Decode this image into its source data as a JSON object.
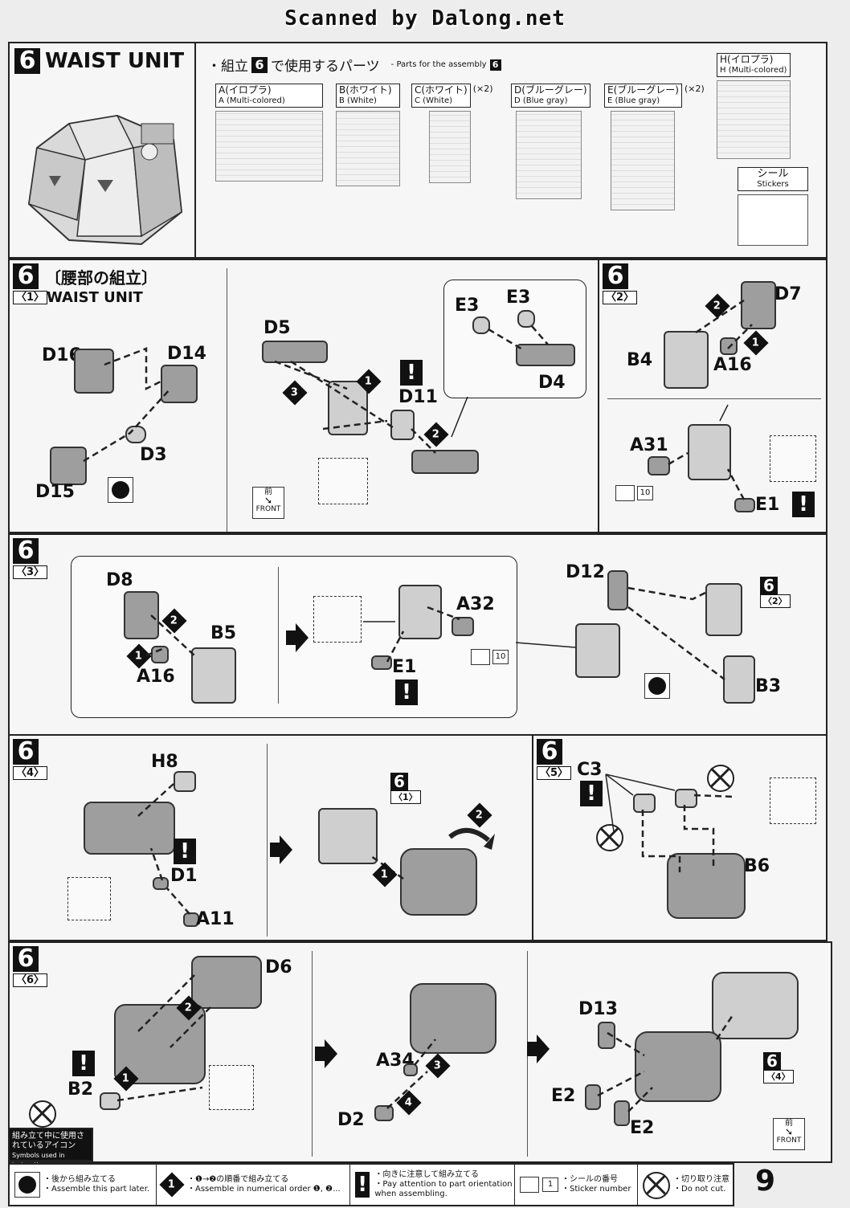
{
  "scanner_credit": "Scanned by Dalong.net",
  "header": {
    "step": "6",
    "title": "WAIST UNIT",
    "parts_title_jp_prefix": "・組立",
    "parts_title_jp_suffix": "で使用するパーツ",
    "parts_title_en": "- Parts for the assembly",
    "runners": [
      {
        "jp": "A(イロプラ)",
        "en": "A (Multi-colored)",
        "qty": ""
      },
      {
        "jp": "B(ホワイト)",
        "en": "B (White)",
        "qty": ""
      },
      {
        "jp": "C(ホワイト)",
        "en": "C (White)",
        "qty": "(×2)"
      },
      {
        "jp": "D(ブルーグレー)",
        "en": "D (Blue gray)",
        "qty": ""
      },
      {
        "jp": "E(ブルーグレー)",
        "en": "E (Blue gray)",
        "qty": "(×2)"
      },
      {
        "jp": "H(イロプラ)",
        "en": "H (Multi-colored)",
        "qty": ""
      }
    ],
    "stickers": {
      "jp": "シール",
      "en": "Stickers"
    }
  },
  "step1": {
    "num": "6",
    "sub": "〈1〉",
    "title_jp": "〔腰部の組立〕",
    "title_en": "WAIST UNIT",
    "labels": [
      "D16",
      "D14",
      "D3",
      "D15",
      "D5",
      "D11",
      "E3",
      "E3",
      "D4"
    ],
    "front": {
      "jp": "前",
      "en": "FRONT"
    }
  },
  "step2": {
    "num": "6",
    "sub": "〈2〉",
    "labels": [
      "D7",
      "B4",
      "A16",
      "A31",
      "E1"
    ],
    "sticker": "10"
  },
  "step3": {
    "num": "6",
    "sub": "〈3〉",
    "labels": [
      "D8",
      "B5",
      "A16",
      "A32",
      "E1",
      "D12",
      "B3"
    ],
    "sticker": "10",
    "ref_num": "6",
    "ref_sub": "〈2〉"
  },
  "step4": {
    "num": "6",
    "sub": "〈4〉",
    "labels": [
      "H8",
      "D1",
      "A11"
    ],
    "ref_num": "6",
    "ref_sub": "〈1〉"
  },
  "step5": {
    "num": "6",
    "sub": "〈5〉",
    "labels": [
      "C3",
      "B6"
    ]
  },
  "step6": {
    "num": "6",
    "sub": "〈6〉",
    "labels": [
      "D6",
      "B2",
      "A34",
      "D2",
      "D13",
      "E2",
      "E2"
    ],
    "ref_num": "6",
    "ref_sub": "〈4〉",
    "front": {
      "jp": "前",
      "en": "FRONT"
    }
  },
  "legend": {
    "title_jp": "組み立て中に使用されているアイコン",
    "title_en": "Symbols used in instructions",
    "items": [
      {
        "jp": "・後から組み立てる",
        "en": "・Assemble this part later."
      },
      {
        "jp": "・❶→❷の順番で組み立てる",
        "en": "・Assemble in numerical order ❶, ❷..."
      },
      {
        "jp": "・向きに注意して組み立てる",
        "en": "・Pay attention to part orientation when assembling."
      },
      {
        "jp": "・シールの番号",
        "en": "・Sticker number",
        "num": "1"
      },
      {
        "jp": "・切り取り注意",
        "en": "・Do not cut."
      }
    ]
  },
  "page_number": "9"
}
